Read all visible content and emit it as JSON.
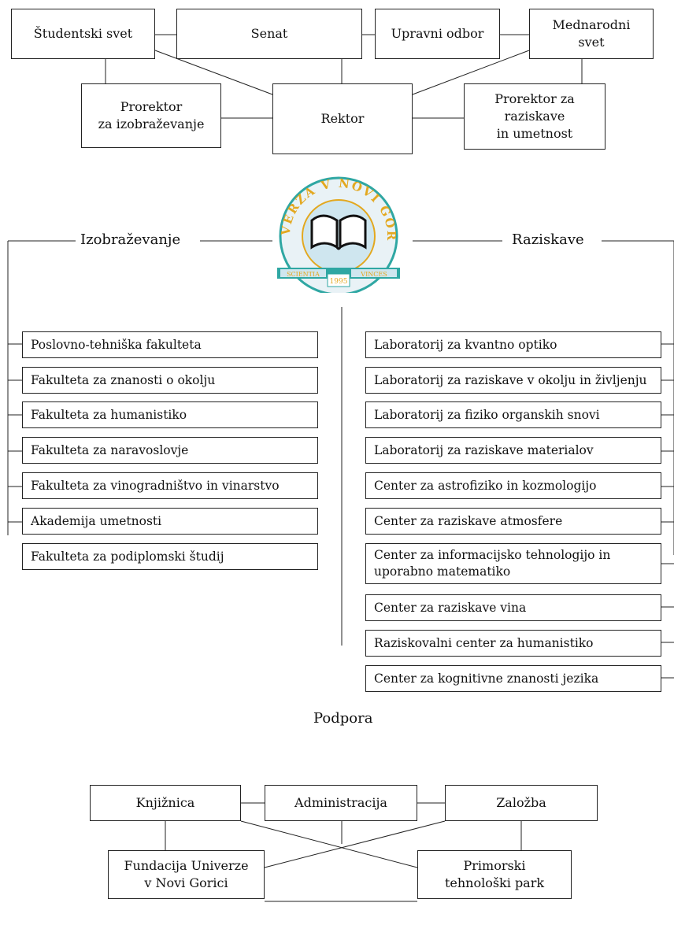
{
  "governance": {
    "studentski_svet": "Študentski svet",
    "senat": "Senat",
    "upravni_odbor": "Upravni odbor",
    "mednarodni_svet": "Mednarodni\nsvet",
    "prorektor_izobrazevanje": "Prorektor\nza izobraževanje",
    "rektor": "Rektor",
    "prorektor_raziskave": "Prorektor za\nraziskave\nin umetnost"
  },
  "logo": {
    "ring_text": "UNIVERZA V NOVI GORICI",
    "motto_left": "SCIENTIA",
    "motto_year": "1995",
    "motto_right": "VINCES",
    "colors": {
      "teal": "#2fa7a3",
      "gold": "#e3a81f",
      "light": "#cfe6ef",
      "bg": "#e9f2f6"
    }
  },
  "education": {
    "heading": "Izobraževanje",
    "items": [
      "Poslovno-tehniška fakulteta",
      "Fakulteta za znanosti o okolju",
      "Fakulteta za humanistiko",
      "Fakulteta za naravoslovje",
      "Fakulteta za vinogradništvo in vinarstvo",
      "Akademija umetnosti",
      "Fakulteta za podiplomski študij"
    ]
  },
  "research": {
    "heading": "Raziskave",
    "items": [
      "Laboratorij za kvantno optiko",
      "Laboratorij za raziskave v okolju in življenju",
      "Laboratorij za fiziko organskih snovi",
      "Laboratorij za raziskave materialov",
      "Center za astrofiziko in kozmologijo",
      "Center za raziskave atmosfere",
      "Center za informacijsko tehnologijo in\nuporabno matematiko",
      "Center za raziskave vina",
      "Raziskovalni center za humanistiko",
      "Center za kognitivne znanosti jezika"
    ]
  },
  "support": {
    "heading": "Podpora",
    "knjiznica": "Knjižnica",
    "administracija": "Administracija",
    "zalozba": "Založba",
    "fundacija": "Fundacija Univerze\nv Novi Gorici",
    "tehnoloski_park": "Primorski\ntehnološki park"
  }
}
